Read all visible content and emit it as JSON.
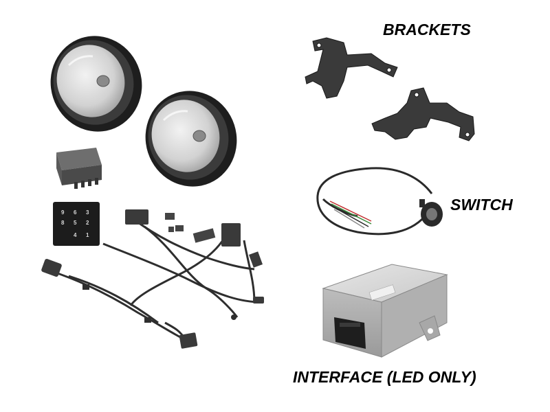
{
  "labels": {
    "brackets": "BRACKETS",
    "switch": "SWITCH",
    "interface": "INTERFACE (LED ONLY)"
  },
  "relay_label": {
    "pins": [
      "9",
      "6",
      "3",
      "8",
      "5",
      "2",
      "4",
      "1"
    ]
  },
  "colors": {
    "lamp_body": "#2b2b2b",
    "lamp_lens": "#dcdcdc",
    "metal": "#3a3a3a",
    "interface_box": "#d6d6d6",
    "wire": "#2e2e2e"
  }
}
